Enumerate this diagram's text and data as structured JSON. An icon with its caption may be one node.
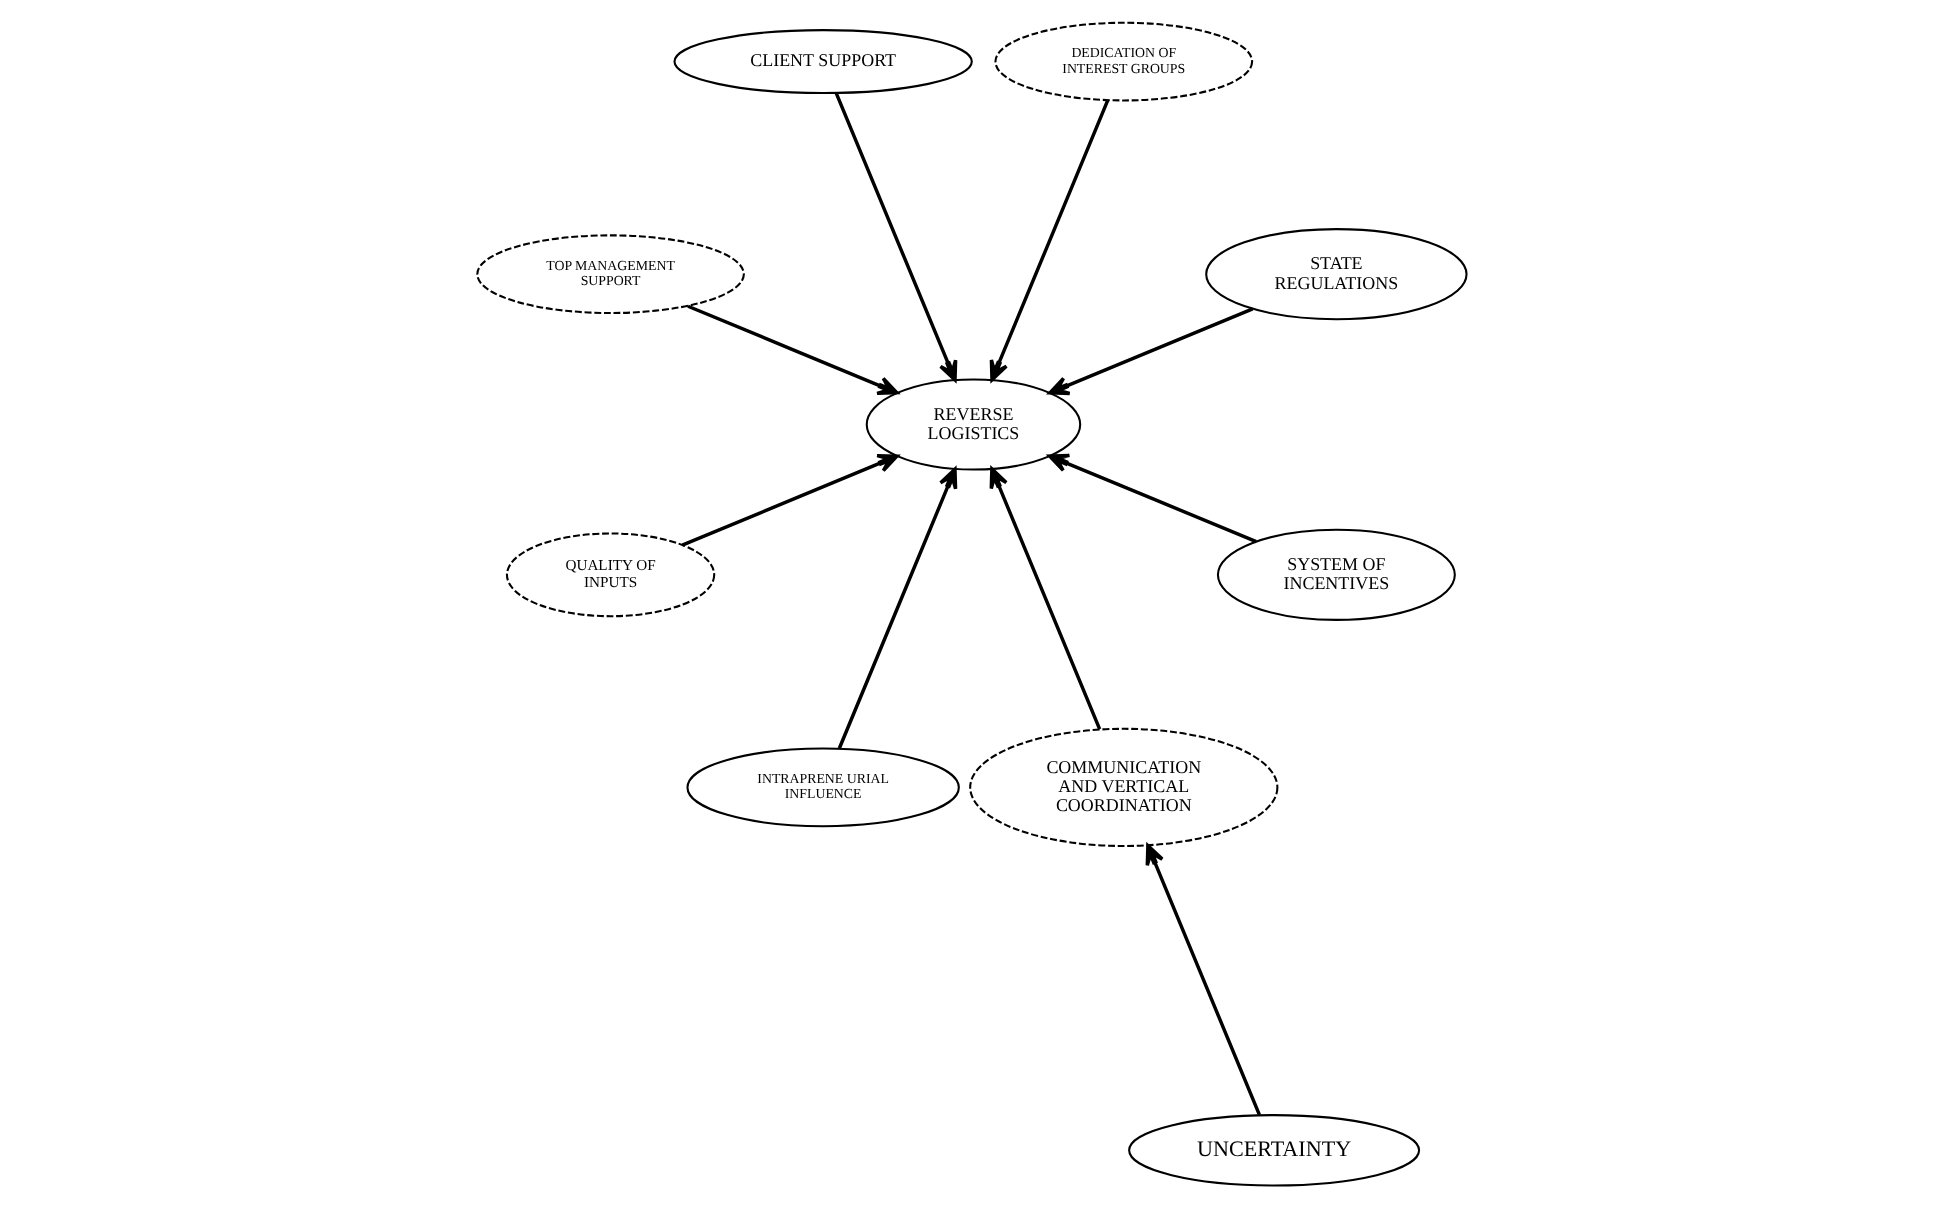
{
  "diagram": {
    "nodes": [
      {
        "text": [
          "STATE REGULATIONS"
        ]
      },
      {
        "text": [
          "DEDICATION OF INTEREST GROUPS"
        ]
      },
      {
        "text": [
          "REVERSE LOGISTICS"
        ]
      },
      {
        "text": [
          "CLIENT SUPPORT"
        ]
      },
      {
        "text": [
          "TOP MANAGEMENT SUPPORT"
        ]
      },
      {
        "text": [
          "QUALITY OF INPUTS"
        ]
      },
      {
        "text": [
          "INTRAPRENE URIAL INFLUENCE"
        ]
      },
      {
        "text": [
          "COMMUNICATION AND VERTICAL COORDINATION"
        ]
      },
      {
        "text": [
          "SYSTEM OF INCENTIVES"
        ]
      },
      {
        "text": [
          "UNCERTAINTY"
        ]
      }
    ],
    "edges": [
      {
        "from": 0,
        "to": 2,
        "arrow": "to"
      },
      {
        "from": 1,
        "to": 2,
        "arrow": "to"
      },
      {
        "from": 3,
        "to": 2,
        "arrow": "to"
      },
      {
        "from": 4,
        "to": 2,
        "arrow": "to"
      },
      {
        "from": 5,
        "to": 2,
        "arrow": "to"
      },
      {
        "from": 6,
        "to": 2,
        "arrow": "to"
      },
      {
        "from": 7,
        "to": 2,
        "arrow": "to"
      },
      {
        "from": 8,
        "to": 2,
        "arrow": "to"
      },
      {
        "from": 9,
        "to": 7,
        "arrow": "to"
      }
    ]
  }
}
